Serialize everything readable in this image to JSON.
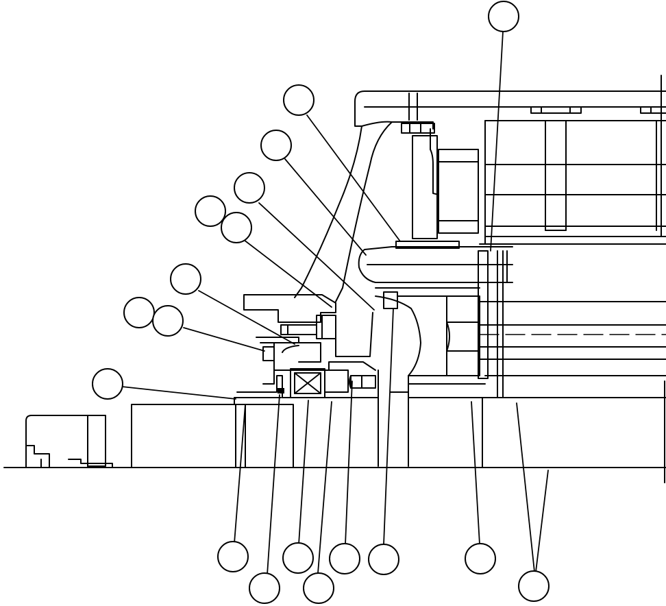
{
  "figure": {
    "kind": "exploded-section-view",
    "callout_count": 19,
    "callouts": [
      {
        "id": "callout-01",
        "text": ""
      },
      {
        "id": "callout-02",
        "text": ""
      },
      {
        "id": "callout-03",
        "text": ""
      },
      {
        "id": "callout-04",
        "text": ""
      },
      {
        "id": "callout-05",
        "text": ""
      },
      {
        "id": "callout-06",
        "text": ""
      },
      {
        "id": "callout-07",
        "text": ""
      },
      {
        "id": "callout-08",
        "text": ""
      },
      {
        "id": "callout-09",
        "text": ""
      },
      {
        "id": "callout-10",
        "text": ""
      },
      {
        "id": "callout-11",
        "text": ""
      },
      {
        "id": "callout-12",
        "text": ""
      },
      {
        "id": "callout-13",
        "text": ""
      },
      {
        "id": "callout-14",
        "text": ""
      },
      {
        "id": "callout-15",
        "text": ""
      },
      {
        "id": "callout-16",
        "text": ""
      },
      {
        "id": "callout-17",
        "text": ""
      },
      {
        "id": "callout-18",
        "text": ""
      },
      {
        "id": "callout-19",
        "text": ""
      }
    ]
  }
}
